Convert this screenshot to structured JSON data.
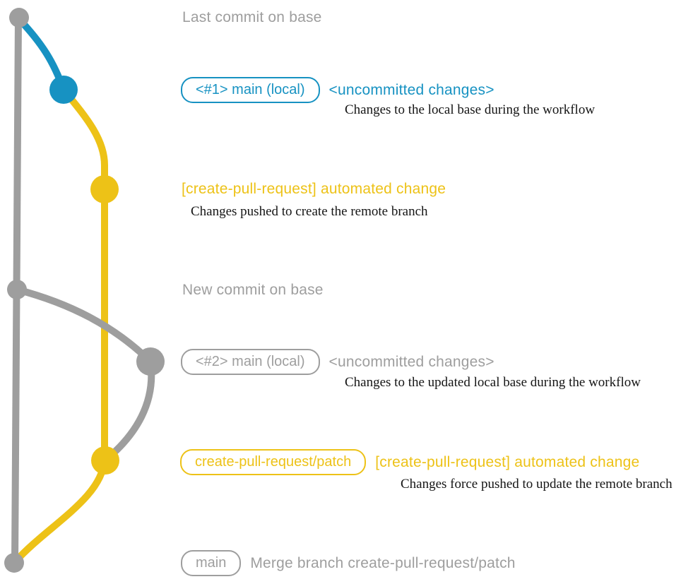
{
  "colors": {
    "gray": "#9e9e9e",
    "blue": "#1792c2",
    "yellow": "#edc217",
    "ink": "#151515",
    "bg": "#ffffff"
  },
  "diagram": {
    "type": "git-branch-graph",
    "branches": [
      {
        "name": "base",
        "color": "#9e9e9e"
      },
      {
        "name": "local main",
        "color": "#1792c2"
      },
      {
        "name": "create-pull-request/patch",
        "color": "#edc217"
      }
    ],
    "commits": [
      {
        "id": "last-base",
        "color": "gray",
        "note": "Last commit on base"
      },
      {
        "id": "local-main-1",
        "color": "blue",
        "badge": "<#1> main (local)"
      },
      {
        "id": "automated-1",
        "color": "yellow",
        "message": "[create-pull-request] automated change"
      },
      {
        "id": "new-base",
        "color": "gray",
        "note": "New commit on base"
      },
      {
        "id": "local-main-2",
        "color": "gray",
        "badge": "<#2> main (local)"
      },
      {
        "id": "automated-2",
        "color": "yellow",
        "badge": "create-pull-request/patch"
      },
      {
        "id": "merge",
        "color": "gray",
        "badge": "main"
      }
    ]
  },
  "labels": {
    "last_commit_title": "Last commit on base",
    "branch1_badge": "<#1> main (local)",
    "branch1_status": "<uncommitted changes>",
    "branch1_desc": "Changes to the local base during the workflow",
    "push1_msg": "[create-pull-request] automated change",
    "push1_desc": "Changes pushed to create the remote branch",
    "new_commit_title": "New commit on base",
    "branch2_badge": "<#2> main (local)",
    "branch2_status": "<uncommitted changes>",
    "branch2_desc": "Changes to the updated local base during the workflow",
    "patch_badge": "create-pull-request/patch",
    "push2_msg": "[create-pull-request] automated change",
    "push2_desc": "Changes force pushed to update the remote branch",
    "merge_badge": "main",
    "merge_msg": "Merge branch create-pull-request/patch"
  }
}
